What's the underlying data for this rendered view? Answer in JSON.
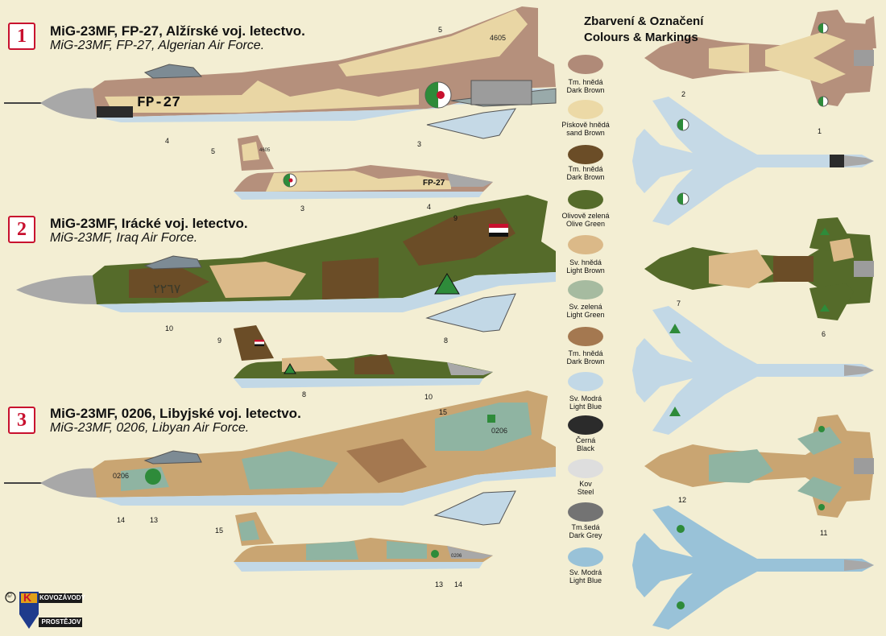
{
  "schemes": [
    {
      "number": "1",
      "title_cz": "MiG-23MF, FP-27, Alžírské voj. letectvo.",
      "title_en": "MiG-23MF, FP-27, Algerian Air Force."
    },
    {
      "number": "2",
      "title_cz": "MiG-23MF,  Irácké voj. letectvo.",
      "title_en": "MiG-23MF,  Iraq Air Force."
    },
    {
      "number": "3",
      "title_cz": "MiG-23MF, 0206, Libyjské voj. letectvo.",
      "title_en": "MiG-23MF, 0206, Libyan Air Force."
    }
  ],
  "markings": {
    "fp27": "FP-27",
    "fp27_small": "FP-27",
    "tail_4605": "4605",
    "tail_4605_small": "4605",
    "iraq_arabic": "٢٢٦٧",
    "libya_nose": "0206",
    "libya_tail": "0206",
    "libya_tail_small": "0206"
  },
  "colours_header": {
    "line1": "Zbarvení & Označení",
    "line2": "Colours & Markings"
  },
  "swatches": [
    {
      "cz": "Tm. hnědá",
      "en": "Dark Brown",
      "color": "#b08a78"
    },
    {
      "cz": "Pískově hnědá",
      "en": "sand Brown",
      "color": "#ecd9a6"
    },
    {
      "cz": "Tm. hnědá",
      "en": "Dark Brown",
      "color": "#6b4d27"
    },
    {
      "cz": "Olivově zelená",
      "en": "Olive Green",
      "color": "#556b2a"
    },
    {
      "cz": "Sv. hnědá",
      "en": "Light Brown",
      "color": "#dbb988"
    },
    {
      "cz": "Sv. zelená",
      "en": "Light Green",
      "color": "#a6bba0"
    },
    {
      "cz": "Tm. hnědá",
      "en": "Dark Brown",
      "color": "#a47850"
    },
    {
      "cz": "Sv. Modrá",
      "en": "Light Blue",
      "color": "#c2d8e6"
    },
    {
      "cz": "Černá",
      "en": "Black",
      "color": "#2b2b2b"
    },
    {
      "cz": "Kov",
      "en": "Steel",
      "color": "#dedede"
    },
    {
      "cz": "Tm.šedá",
      "en": "Dark Grey",
      "color": "#737373"
    },
    {
      "cz": "Sv. Modrá",
      "en": "Light Blue",
      "color": "#99c2d8"
    }
  ],
  "callouts": [
    "5",
    "4",
    "3",
    "5",
    "3",
    "4",
    "2",
    "1",
    "9",
    "10",
    "8",
    "9",
    "8",
    "10",
    "7",
    "6",
    "15",
    "14",
    "13",
    "15",
    "13",
    "14",
    "12",
    "11"
  ],
  "logo": {
    "top": "KOVOZÁVODY",
    "bottom": "PROSTĚJOV",
    "letter": "K",
    "copyright": "©"
  }
}
